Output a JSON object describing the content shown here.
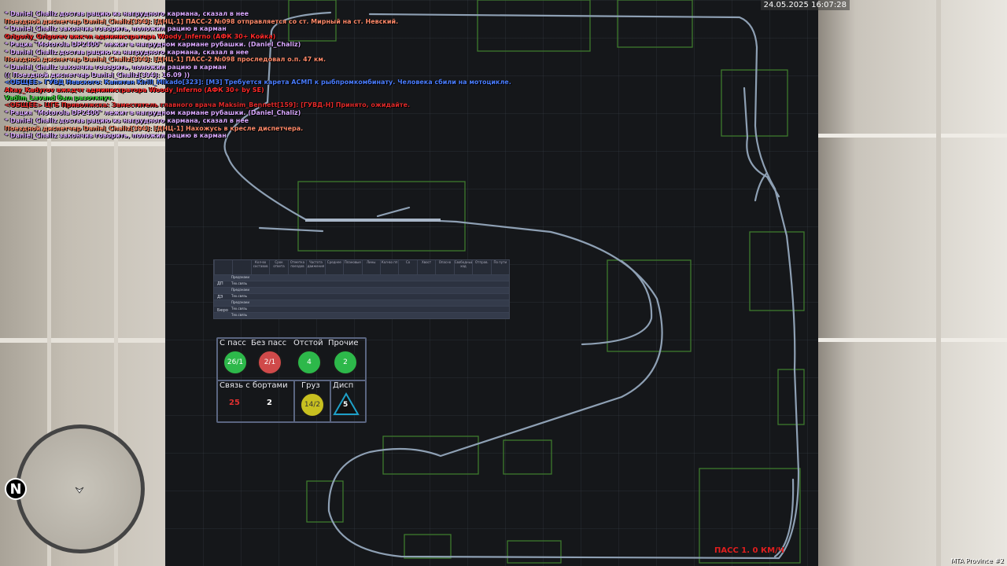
{
  "datetime": "24.05.2025 16:07:28",
  "server": "MTA Province #2",
  "chat": [
    {
      "text": "* Daniel_Chaliz достав рацию из нагрудного кармана, сказал в нее",
      "color": "#d9a8ff"
    },
    {
      "text": "Поездной диспетчер Daniel_Chaliz[394]: [ДНЦ-1] ПАСС-2 №098 отправляется со ст. Мирный на ст. Невский.",
      "color": "#ff8a6a"
    },
    {
      "text": "* Daniel_Chaliz закончив говорить, положил рацию в карман",
      "color": "#d9a8ff"
    },
    {
      "text": "Grigoriy_Grigorev вжкчл администратора Woody_Inferno (АФК 30+ Койка)",
      "color": "#ff2a2a"
    },
    {
      "text": "* Рация \"Motorola DP2400\" лежит в нагрудном кармане рубашки. (Daniel_Chaliz)",
      "color": "#d9a8ff"
    },
    {
      "text": "* Daniel_Chaliz достав рацию из нагрудного кармана, сказал в нее",
      "color": "#d9a8ff"
    },
    {
      "text": "Поездной диспетчер Daniel_Chaliz[394]: [ДНЦ-1] ПАСС-2 №098 проследовал о.п. 47 км.",
      "color": "#ff8a6a"
    },
    {
      "text": "* Daniel_Chaliz закончив говорить, положил рацию в карман",
      "color": "#d9a8ff"
    },
    {
      "text": "(( Поездной диспетчер Daniel_Chaliz[394]: 16.09 ))",
      "color": "#d9a8ff"
    },
    {
      "text": "<ОБЩЕЕ> ГУВД Невского: Капитан Kirill_Mikado[323]: [МЗ] Требуется карета АСМП к рыбпромкомбинату. Человека сбили на мотоцикле.",
      "color": "#4a7dff"
    },
    {
      "text": "Akay_Kadyrov вжкдчт администратора Woody_Inferno (АФК 30+ by SE)",
      "color": "#ff2a2a"
    },
    {
      "text": "Vadim_Lavand был разоткнут.",
      "color": "#3cdc3c"
    },
    {
      "text": "<ОБЩЕЕ> ЦГБ Приволжска: Заместитель главного врача Maksim_Bennett[159]: [ГУВД-Н] Принято, ожидайте.",
      "color": "#e02a2a"
    },
    {
      "text": "* Рация \"Motorola DP2400\" лежит в нагрудном кармане рубашки. (Daniel_Chaliz)",
      "color": "#d9a8ff"
    },
    {
      "text": "* Daniel_Chaliz достав рацию из нагрудного кармана, сказал в нее",
      "color": "#d9a8ff"
    },
    {
      "text": "Поездной диспетчер Daniel_Chaliz[394]: [ДНЦ-1] Нахожусь в кресле диспетчера.",
      "color": "#ff8a6a"
    },
    {
      "text": "* Daniel_Chaliz закончив говорить, положил рацию в карман",
      "color": "#d9a8ff"
    }
  ],
  "status": {
    "with_pass_label": "С пасс",
    "with_pass_value": "26/1",
    "no_pass_label": "Без пасс",
    "no_pass_value": "2/1",
    "standby_label": "Отстой",
    "standby_value": "4",
    "other_label": "Прочие",
    "other_value": "2",
    "comm_label": "Связь с бортами",
    "comm_red": "25",
    "comm_white": "2",
    "cargo_label": "Груз",
    "cargo_value": "14/2",
    "disp_label": "Дисп",
    "disp_value": "5",
    "colors": {
      "green": "#2db84a",
      "red": "#d04a4a",
      "yellow": "#c8c020",
      "teal": "#1ea0c8"
    }
  },
  "table": {
    "headers": [
      "",
      "",
      "Кол-во составов",
      "Срок ответа",
      "Отметка поездов",
      "Частота движения",
      "Среднее",
      "Плановые",
      "Лины",
      "Кол-во пп",
      "Со",
      "Хвост",
      "Опасно",
      "Свободный ход",
      "Отправ.",
      "По пути"
    ],
    "rows": [
      "Предзнаки",
      "Тех.связь",
      "Предзнаки",
      "Тех.связь",
      "Предзнаки",
      "Тех.связь",
      "Тех.связь"
    ],
    "row_groups": [
      "ДП",
      "ДЭ",
      "Бюро"
    ]
  },
  "speed_text": "ПАСС 1. 0 КМ/Ч",
  "compass": "N"
}
